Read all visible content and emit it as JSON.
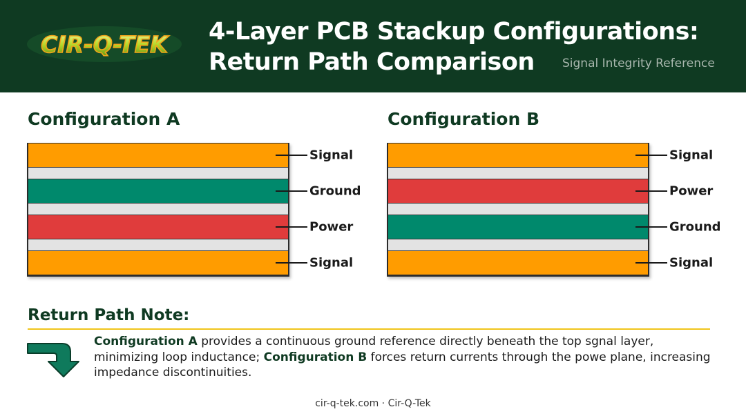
{
  "header": {
    "logo_text": "CIR-Q-TEK",
    "title_line1": "4-Layer PCB Stackup Configurations:",
    "title_line2": "Return Path Comparison",
    "subtitle": "Signal Integrity Reference"
  },
  "configs": [
    {
      "title": "Configuration A",
      "layers": [
        {
          "label": "Signal",
          "color": "#ff9c00"
        },
        {
          "label": "Ground",
          "color": "#00896c"
        },
        {
          "label": "Power",
          "color": "#e03c3c"
        },
        {
          "label": "Signal",
          "color": "#ff9c00"
        }
      ]
    },
    {
      "title": "Configuration B",
      "layers": [
        {
          "label": "Signal",
          "color": "#ff9c00"
        },
        {
          "label": "Power",
          "color": "#e03c3c"
        },
        {
          "label": "Ground",
          "color": "#00896c"
        },
        {
          "label": "Signal",
          "color": "#ff9c00"
        }
      ]
    }
  ],
  "note": {
    "title": "Return Path Note:",
    "bold_a": "Configuration A",
    "text_1": " provides a continuous ground reference directly beneath the top sgnal layer, minimizing loop inductance; ",
    "bold_b": "Configuration B",
    "text_2": " forces return currents through the powe plane, increasing impedance discontinuities."
  },
  "footer": "cir-q-tek.com · Cir-Q-Tek",
  "colors": {
    "header_bg": "#0f3a22",
    "accent_rule": "#f0c419",
    "arrow": "#0f7a5c",
    "dielectric": "#e3e3e3"
  }
}
